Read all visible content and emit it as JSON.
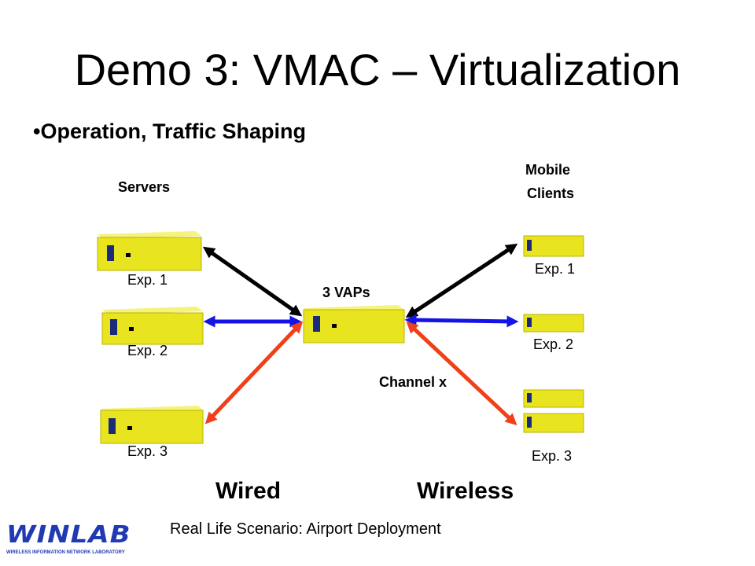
{
  "title": "Demo 3:  VMAC –  Virtualization",
  "bullet": "•Operation, Traffic Shaping",
  "servers": {
    "label": "Servers",
    "items": [
      "Exp. 1",
      "Exp. 2",
      "Exp. 3"
    ]
  },
  "clients": {
    "label_line1": "Mobile",
    "label_line2": "Clients",
    "items": [
      "Exp. 1",
      "Exp. 2",
      "Exp. 3"
    ]
  },
  "vap_label": "3 VAPs",
  "channel_label": "Channel x",
  "wired_label": "Wired",
  "wireless_label": "Wireless",
  "footer": "Real Life Scenario: Airport Deployment",
  "logo": {
    "text": "WINLAB",
    "subtext": "WIRELESS INFORMATION NETWORK LABORATORY"
  },
  "colors": {
    "device": "#e8e420",
    "exp1": "#000000",
    "exp2": "#1414e6",
    "exp3": "#f0401a",
    "logo": "#1f3ab3"
  }
}
